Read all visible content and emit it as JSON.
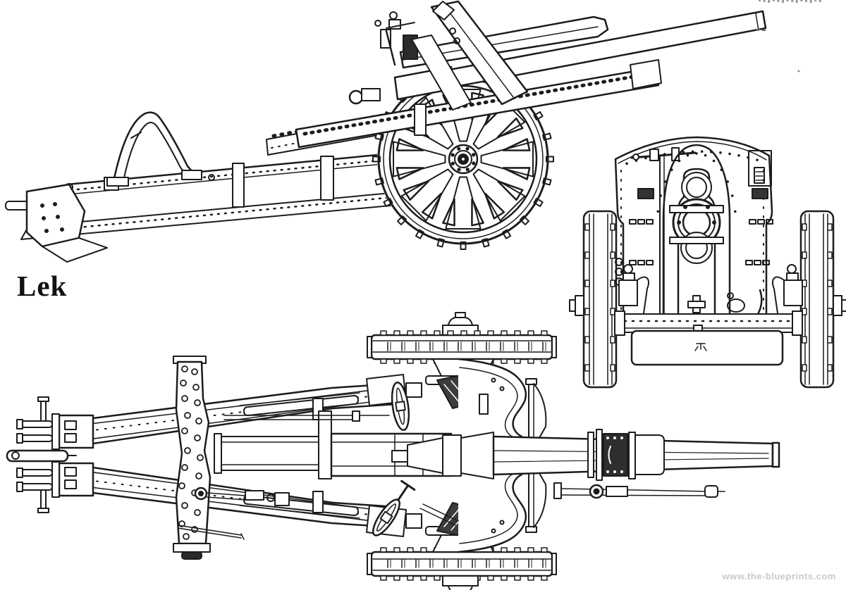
{
  "page": {
    "background_color": "#ffffff",
    "ink_color": "#1c1c1c",
    "watermark_color": "#c9c9c9"
  },
  "labels": {
    "title_fragment": "Lek",
    "watermark": "www.the-blueprints.com"
  },
  "diagram": {
    "type": "three-view-line-drawing",
    "subject": "field-howitzer-blueprint",
    "views": [
      {
        "id": "side-view",
        "position": "top-left",
        "kind": "side elevation"
      },
      {
        "id": "front-view",
        "position": "middle-right",
        "kind": "front elevation"
      },
      {
        "id": "top-view",
        "position": "bottom",
        "kind": "plan view"
      }
    ]
  }
}
